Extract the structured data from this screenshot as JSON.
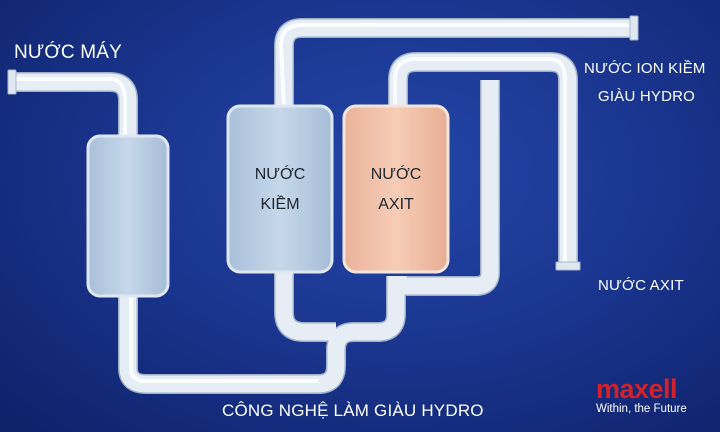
{
  "labels": {
    "inlet": "NƯỚC MÁY",
    "alkaline_out_line1": "NƯỚC ION KIỀM",
    "alkaline_out_line2": "GIÀU HYDRO",
    "acid_out": "NƯỚC AXIT",
    "caption": "CÔNG NGHỆ LÀM GIÀU HYDRO"
  },
  "tanks": {
    "alkaline": {
      "line1": "NƯỚC",
      "line2": "KIỀM",
      "color": "#b9cde0"
    },
    "acid": {
      "line1": "NƯỚC",
      "line2": "AXIT",
      "color": "#f2c2aa"
    },
    "filter": {
      "color": "#b8d0e6"
    }
  },
  "logo": {
    "word": "maxell",
    "tagline": "Within, the Future",
    "color": "#d42027"
  },
  "colors": {
    "background": "#1a3690",
    "pipe": "#e4ebf3"
  }
}
